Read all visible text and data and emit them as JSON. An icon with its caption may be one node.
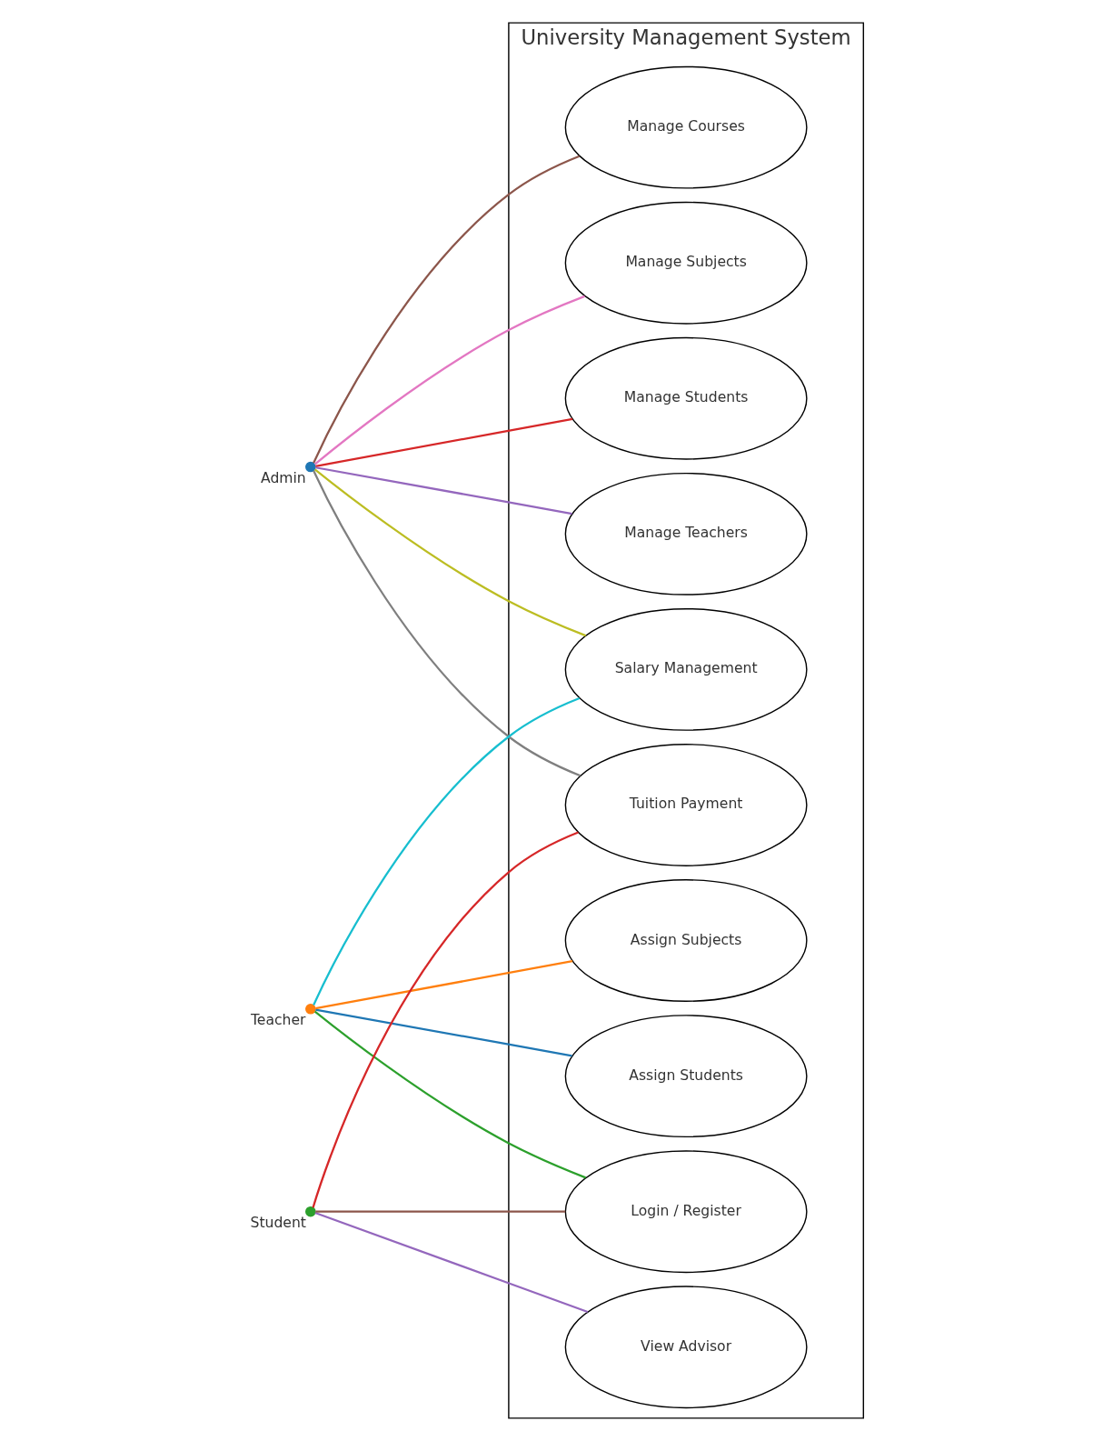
{
  "diagram": {
    "nodes": [
      {
        "text": [
          "Admin"
        ]
      },
      {
        "text": [
          "Teacher"
        ]
      },
      {
        "text": [
          "Student"
        ]
      },
      {
        "text": [
          "University Management System"
        ]
      },
      {
        "text": [
          "Manage Students"
        ],
        "in": 3
      },
      {
        "text": [
          "Manage Teachers"
        ],
        "in": 3
      },
      {
        "text": [
          "Manage Courses"
        ],
        "in": 3
      },
      {
        "text": [
          "Manage Subjects"
        ],
        "in": 3
      },
      {
        "text": [
          "Tuition Payment"
        ],
        "in": 3
      },
      {
        "text": [
          "Salary Management"
        ],
        "in": 3
      },
      {
        "text": [
          "Assign Students"
        ],
        "in": 3
      },
      {
        "text": [
          "Assign Subjects"
        ],
        "in": 3
      },
      {
        "text": [
          "View Advisor"
        ],
        "in": 3
      },
      {
        "text": [
          "Login / Register"
        ],
        "in": 3
      }
    ],
    "edges": [
      {
        "from": 0,
        "to": 4,
        "arrow": "none",
        "color": "#d62728"
      },
      {
        "from": 0,
        "to": 5,
        "arrow": "none",
        "color": "#9467bd"
      },
      {
        "from": 0,
        "to": 6,
        "arrow": "none",
        "color": "#8c564b"
      },
      {
        "from": 0,
        "to": 7,
        "arrow": "none",
        "color": "#e377c2"
      },
      {
        "from": 0,
        "to": 8,
        "arrow": "none",
        "color": "#7f7f7f"
      },
      {
        "from": 0,
        "to": 9,
        "arrow": "none",
        "color": "#bcbd22"
      },
      {
        "from": 1,
        "to": 9,
        "arrow": "none",
        "color": "#17becf"
      },
      {
        "from": 1,
        "to": 10,
        "arrow": "none",
        "color": "#1f77b4"
      },
      {
        "from": 1,
        "to": 11,
        "arrow": "none",
        "color": "#ff7f0e"
      },
      {
        "from": 1,
        "to": 13,
        "arrow": "none",
        "color": "#2ca02c"
      },
      {
        "from": 2,
        "to": 8,
        "arrow": "none",
        "color": "#d62728"
      },
      {
        "from": 2,
        "to": 12,
        "arrow": "none",
        "color": "#9467bd"
      },
      {
        "from": 2,
        "to": 13,
        "arrow": "none",
        "color": "#8c564b"
      }
    ]
  }
}
